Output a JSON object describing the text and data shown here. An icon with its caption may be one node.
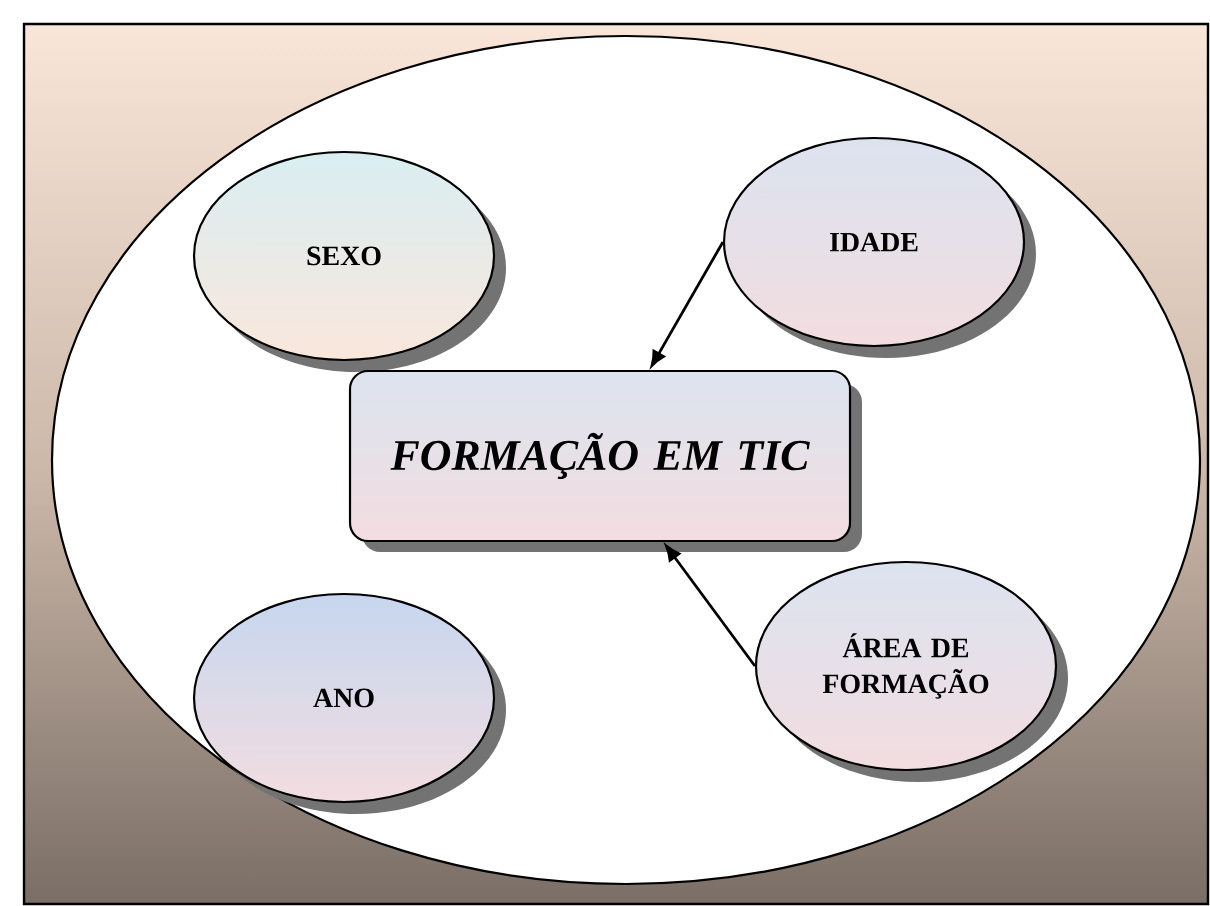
{
  "diagram": {
    "nodes": [
      {
        "text": [],
        "shape": "ellipse"
      },
      {
        "text": [
          "SEXO"
        ],
        "in": 0
      },
      {
        "text": [
          "IDADE"
        ],
        "in": 0
      },
      {
        "text": [
          "FORMAÇÃO EM TIC"
        ],
        "in": 0
      },
      {
        "text": [
          "ANO"
        ],
        "in": 0
      },
      {
        "text": [
          "ÁREA DE FORMAÇÃO"
        ],
        "in": 0
      }
    ],
    "edges": [
      {
        "from": 2,
        "to": 3,
        "arrow": "to"
      },
      {
        "from": 5,
        "to": 3,
        "arrow": "to"
      }
    ]
  }
}
